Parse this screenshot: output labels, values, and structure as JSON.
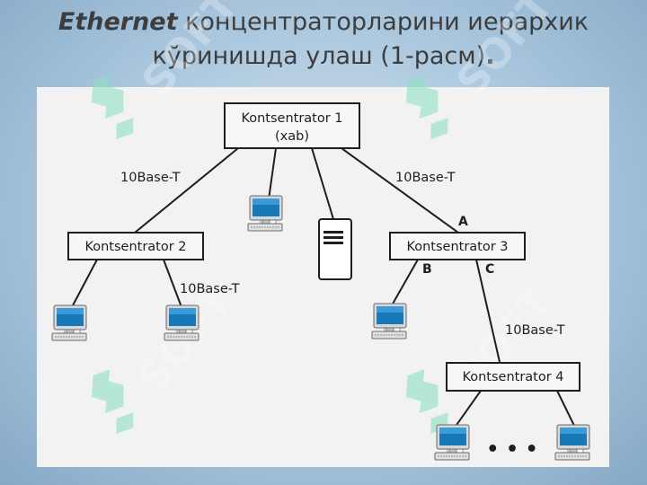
{
  "title": {
    "brand": "Ethernet",
    "line1_rest": " концентраторларини иерархик",
    "line2": "кўринишда улаш (1-расм)",
    "line2_end": "."
  },
  "watermark": {
    "text": "SOFT",
    "icon": "s-logo-icon"
  },
  "diagram": {
    "hubs": {
      "hub1": {
        "line1": "Kontsentrator 1",
        "line2": "(xab)"
      },
      "hub2": {
        "line1": "Kontsentrator 2"
      },
      "hub3": {
        "line1": "Kontsentrator 3"
      },
      "hub4": {
        "line1": "Kontsentrator 4"
      }
    },
    "links": {
      "left": "10Base-T",
      "right": "10Base-T",
      "hub2_pc": "10Base-T",
      "hub3_hub4": "10Base-T"
    },
    "ports": {
      "a": "A",
      "b": "B",
      "c": "C"
    },
    "ellipsis": "• • •",
    "icons": {
      "workstation": "desktop-computer-icon",
      "server": "server-tower-icon"
    }
  }
}
